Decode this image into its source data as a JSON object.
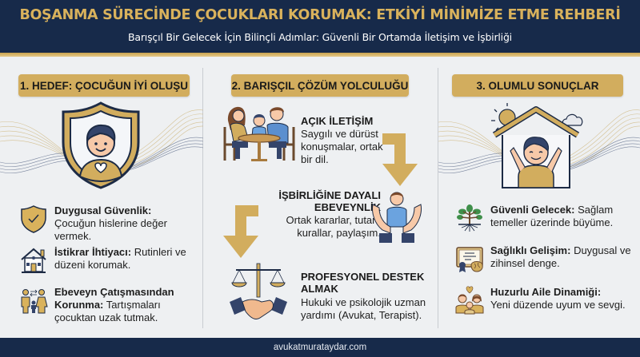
{
  "header": {
    "title": "BOŞANMA SÜRECİNDE ÇOCUKLARI KORUMAK: ETKİYİ MİNİMİZE ETME REHBERİ",
    "subtitle": "Barışçıl Bir Gelecek İçin Bilinçli Adımlar: Güvenli Bir Ortamda İletişim ve İşbirliği"
  },
  "colors": {
    "navy": "#172a4a",
    "gold": "#d2ad5e",
    "background": "#eef0f2"
  },
  "columns": [
    {
      "header": "1. HEDEF: ÇOCUĞUN İYİ OLUŞU",
      "hero_icon": "shield-child-heart-icon",
      "items": [
        {
          "icon": "shield-check-icon",
          "title": "Duygusal Güvenlik:",
          "text": "Çocuğun hislerine değer vermek."
        },
        {
          "icon": "house-icon",
          "title": "İstikrar İhtiyacı:",
          "text": "Rutinleri ve düzeni korumak."
        },
        {
          "icon": "parents-child-icon",
          "title": "Ebeveyn Çatışmasından Korunma:",
          "text": "Tartışmaları çocuktan uzak tutmak."
        }
      ]
    },
    {
      "header": "2. BARIŞÇIL ÇÖZÜM YOLCULUĞU",
      "steps": [
        {
          "icon": "family-table-icon",
          "title": "AÇIK İLETİŞİM",
          "text": "Saygılı ve dürüst konuşmalar, ortak bir dil."
        },
        {
          "icon": "hands-child-icon",
          "title": "İŞBİRLİĞİNE DAYALI EBEVEYNLİK",
          "text": "Ortak kararlar, tutarlı kurallar, paylaşım."
        },
        {
          "icon": "scales-handshake-icon",
          "title": "PROFESYONEL DESTEK ALMAK",
          "text": "Hukuki ve psikolojik uzman yardımı (Avukat, Terapist)."
        }
      ]
    },
    {
      "header": "3. OLUMLU SONUÇLAR",
      "hero_icon": "happy-child-house-icon",
      "items": [
        {
          "icon": "tree-icon",
          "title": "Güvenli Gelecek:",
          "text": "Sağlam temeller üzerinde büyüme."
        },
        {
          "icon": "certificate-brain-icon",
          "title": "Sağlıklı Gelişim:",
          "text": "Duygusal ve zihinsel denge."
        },
        {
          "icon": "family-heart-icon",
          "title": "Huzurlu Aile Dinamiği:",
          "text": "Yeni düzende uyum ve sevgi."
        }
      ]
    }
  ],
  "footer": {
    "website": "avukatmurataydar.com"
  }
}
